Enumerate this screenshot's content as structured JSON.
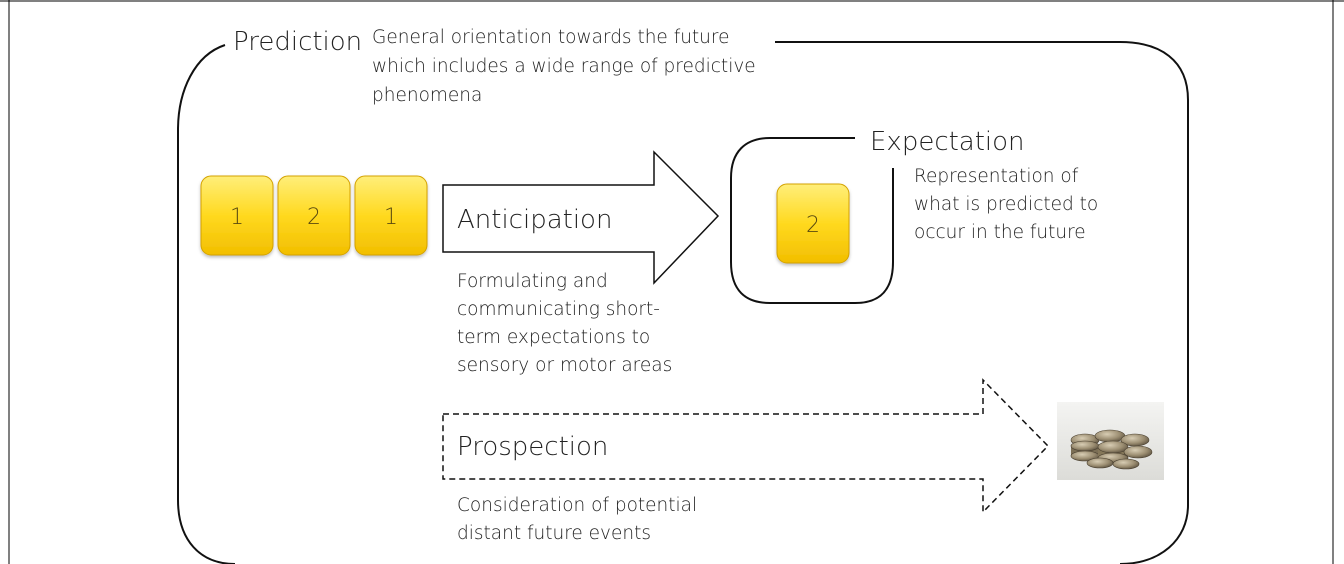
{
  "prediction": {
    "title": "Prediction",
    "description": [
      "General orientation towards the future",
      "which includes a wide range of predictive",
      "phenomena"
    ]
  },
  "sequence_tiles": [
    "1",
    "2",
    "1"
  ],
  "anticipation": {
    "title": "Anticipation",
    "description": [
      "Formulating and",
      "communicating short-",
      "term expectations to",
      "sensory or motor areas"
    ]
  },
  "expectation": {
    "title": "Expectation",
    "tile": "2",
    "description": [
      "Representation of",
      "what is predicted to",
      "occur in the future"
    ]
  },
  "prospection": {
    "title": "Prospection",
    "description": [
      "Consideration of potential",
      "distant future events"
    ]
  },
  "image_subject": "coins-photo",
  "colors": {
    "tile_fill_top": "#FFE55C",
    "tile_fill_bottom": "#F5C400",
    "tile_border": "#D4A200",
    "line": "#111111"
  }
}
